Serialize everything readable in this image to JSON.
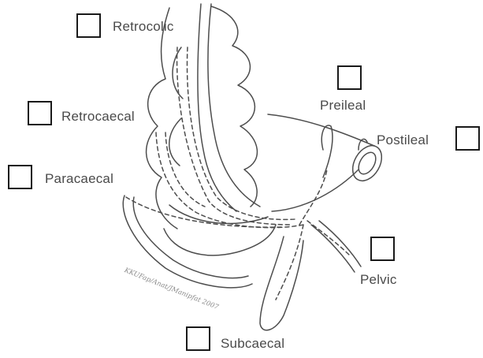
{
  "labels": {
    "retrocolic": "Retrocolic",
    "retrocaecal": "Retrocaecal",
    "paracaecal": "Paracaecal",
    "preileal": "Preileal",
    "postileal": "Postileal",
    "pelvic": "Pelvic",
    "subcaecal": "Subcaecal"
  },
  "signature": "KKUFap/Anat/JManipfat 2007",
  "colors": {
    "line": "#4d4d4d",
    "label": "#4a4a4a",
    "box_border": "#1a1a1a"
  }
}
